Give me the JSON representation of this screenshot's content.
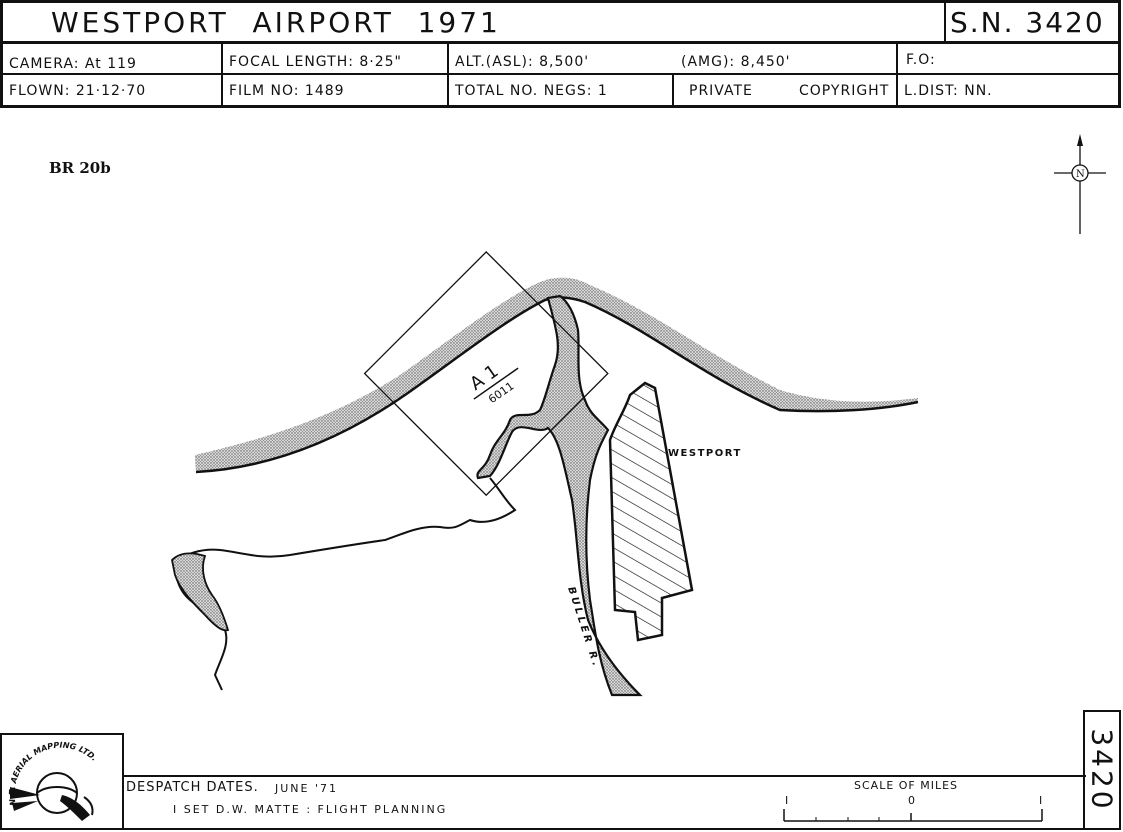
{
  "header": {
    "title": "WESTPORT  AIRPORT  1971",
    "sheet_number": "S.N. 3420"
  },
  "info": {
    "camera": "CAMERA: At 119",
    "focal_length": "FOCAL  LENGTH: 8·25\"",
    "alt_asl": "ALT.(ASL):  8,500'",
    "amg": "(AMG): 8,450'",
    "fo": "F.O:",
    "flown": "FLOWN:  21·12·70",
    "film_no": "FILM  NO:  1489",
    "total_negs": "TOTAL  NO.  NEGS:  1",
    "private": "PRIVATE",
    "copyright": "COPYRIGHT",
    "l_dist": "L.DIST:  NN."
  },
  "map": {
    "reference": "BR 20b",
    "frame_label": "A 1",
    "frame_sub": "6011",
    "town_label": "WESTPORT",
    "river_label": "BULLER  R.",
    "north_label": "N"
  },
  "footer": {
    "despatch_label": "DESPATCH  DATES.",
    "despatch_value": "JUNE  '71",
    "set_note": "I  SET  D.W. MATTE : FLIGHT   PLANNING",
    "scale_label": "SCALE  OF  MILES",
    "scale_left": "I",
    "scale_zero": "0",
    "scale_right": "I"
  },
  "side": {
    "number": "3420"
  },
  "logo": {
    "text": "N.Z. AERIAL MAPPING LTD."
  },
  "colors": {
    "ink": "#111111",
    "paper": "#ffffff",
    "stipple": "#b8b8b8"
  }
}
